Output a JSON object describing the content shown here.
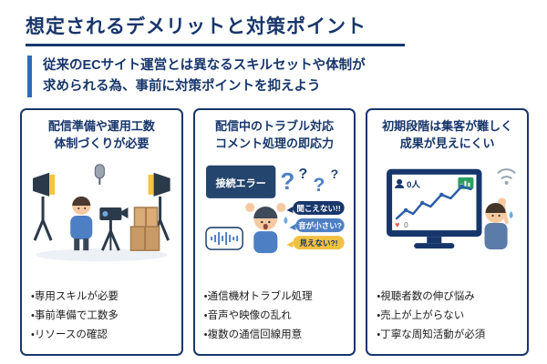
{
  "page": {
    "title": "想定されるデメリットと対策ポイント",
    "subtitle": {
      "line1": "従来のECサイト運営とは異なるスキルセットや体制が",
      "line2": "求められる為、事前に対策ポイントを抑えよう"
    }
  },
  "colors": {
    "navy": "#17366b",
    "accent_blue": "#2e6db4",
    "bubble_blue": "#4d7fc4",
    "bubble_yellow": "#f0c040",
    "spotlight_yellow": "#f5c542"
  },
  "cards": [
    {
      "title_line1": "配信準備や運用工数",
      "title_line2": "体制づくりが必要",
      "bullets": [
        "・専用スキルが必要",
        "・事前準備で工数多",
        "・リソースの確認"
      ]
    },
    {
      "title_line1": "配信中のトラブル対応",
      "title_line2": "コメント処理の即応力",
      "illustration": {
        "error_label": "接続エラー",
        "question_marks": [
          "?",
          "?",
          "?",
          "?"
        ],
        "bubbles": [
          "聞こえない!!",
          "音が小さい?",
          "見えない?!"
        ]
      },
      "bullets": [
        "・通信機材トラブル処理",
        "・音声や映像の乱れ",
        "・複数の通信回線用意"
      ]
    },
    {
      "title_line1": "初期段階は集客が難しく",
      "title_line2": "成果が見えにくい",
      "illustration": {
        "viewers_label": "0人",
        "heart_icon": "♥",
        "likes_count": "0"
      },
      "bullets": [
        "・視聴者数の伸び悩み",
        "・売上が上がらない",
        "・丁寧な周知活動が必須"
      ]
    }
  ]
}
